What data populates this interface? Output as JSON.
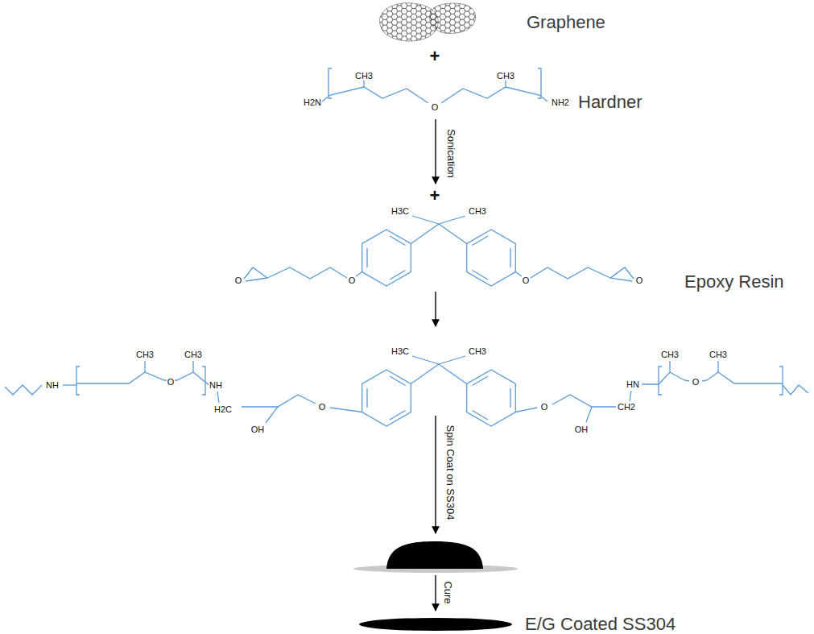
{
  "diagram": {
    "labels": [
      "Graphene",
      "+",
      "CH3",
      "CH3",
      "H2N",
      "O",
      "NH2",
      "Hardner",
      "Sonication",
      "+",
      "H3C",
      "CH3",
      "O",
      "O",
      "O",
      "O",
      "Epoxy Resin",
      "CH3",
      "CH3",
      "H3C",
      "CH3",
      "CH3",
      "CH3",
      "NH",
      "O",
      "NH",
      "HN",
      "O",
      "H2C",
      "O",
      "O",
      "CH2",
      "OH",
      "OH",
      "Spin Coat on SS304",
      "Cure",
      "E/G Coated SS304"
    ]
  }
}
